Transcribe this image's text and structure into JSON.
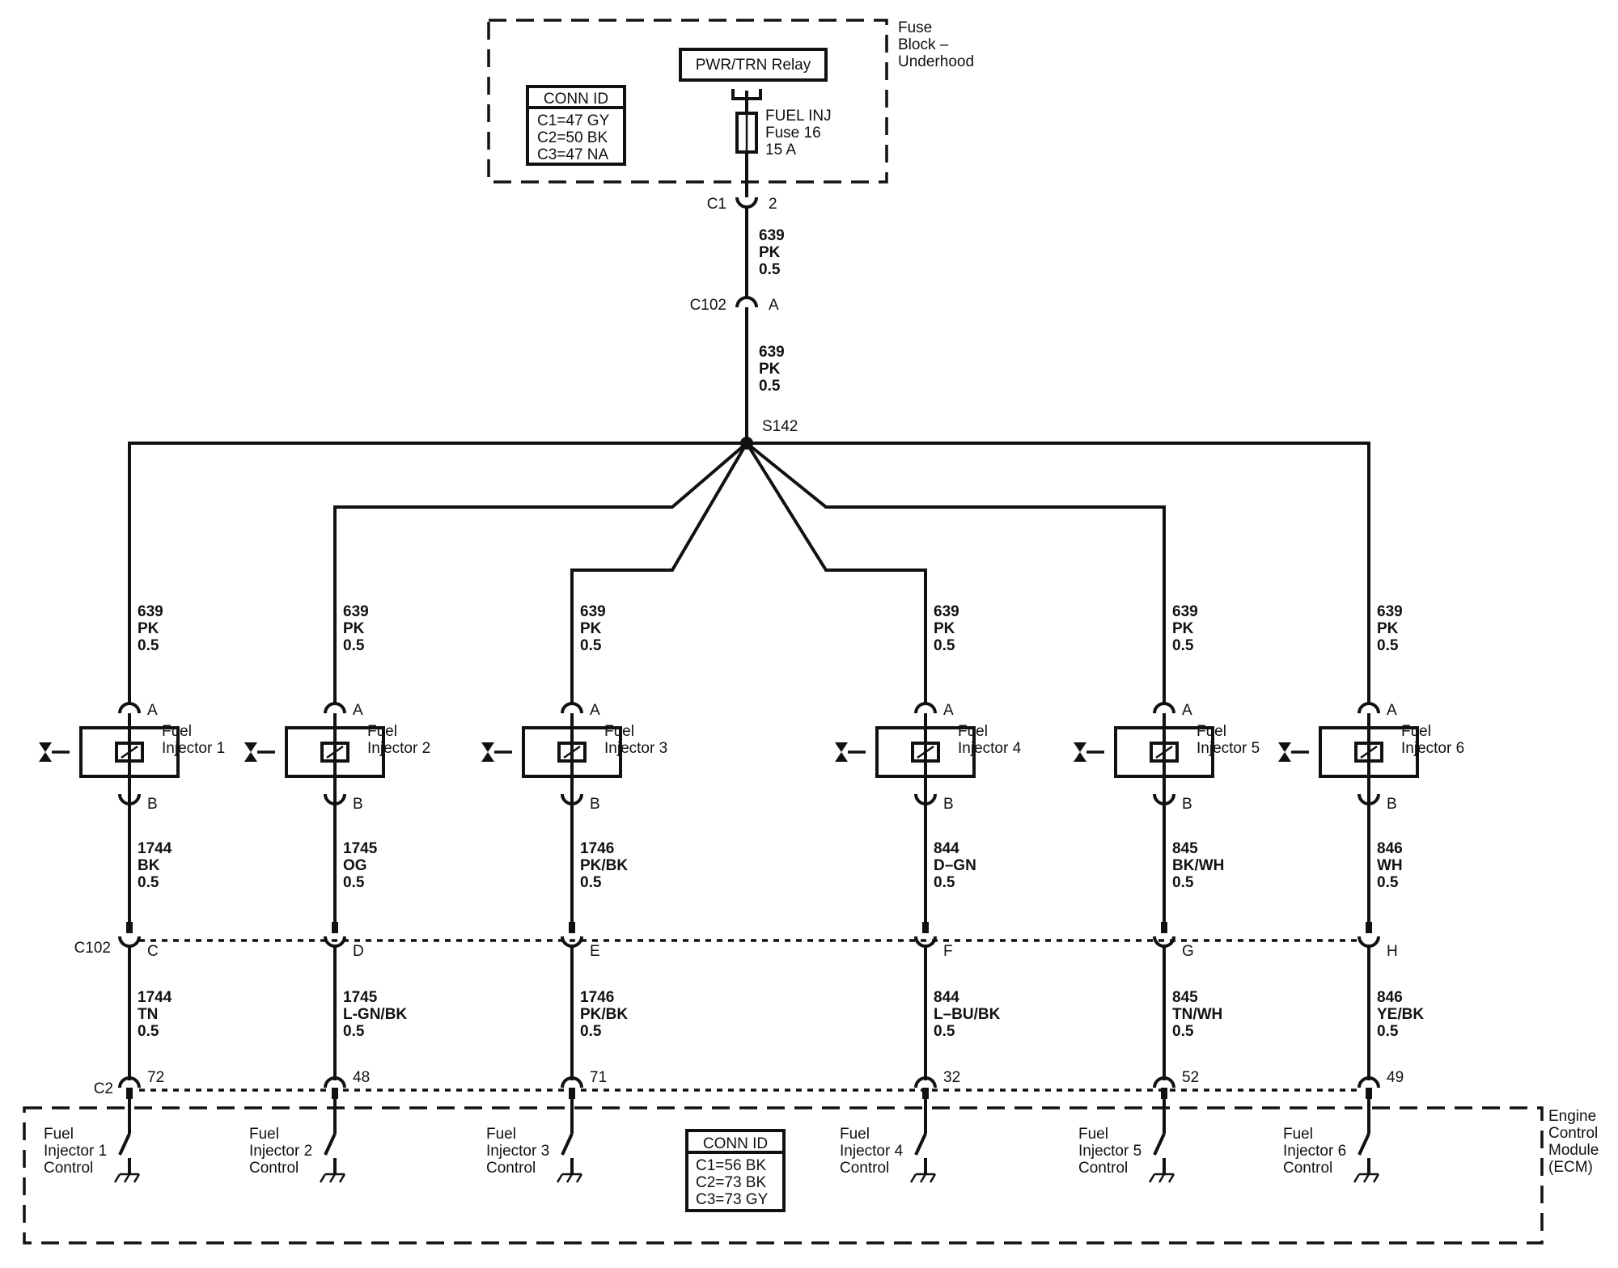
{
  "fuse_block": {
    "title_lines": [
      "Fuse",
      "Block –",
      "Underhood"
    ],
    "relay_label": "PWR/TRN Relay",
    "fuse_lines": [
      "FUEL INJ",
      "Fuse 16",
      "15 A"
    ],
    "conn_id": {
      "header": "CONN ID",
      "lines": [
        "C1=47 GY",
        "C2=50 BK",
        "C3=47 NA"
      ]
    }
  },
  "main_feed": {
    "c1_label": "C1",
    "c1_pin": "2",
    "wire1": [
      "639",
      "PK",
      "0.5"
    ],
    "c102_label": "C102",
    "c102_pin": "A",
    "wire2": [
      "639",
      "PK",
      "0.5"
    ],
    "splice_label": "S142"
  },
  "injectors": [
    {
      "name_lines": [
        "Fuel",
        "Injector 1"
      ],
      "pin_a": "A",
      "pin_b": "B",
      "feed_wire": [
        "639",
        "PK",
        "0.5"
      ],
      "out_wire": [
        "1744",
        "BK",
        "0.5"
      ],
      "c102_pin": "C",
      "ecm_wire": [
        "1744",
        "TN",
        "0.5"
      ],
      "c2_pin": "72",
      "control_lines": [
        "Fuel",
        "Injector 1",
        "Control"
      ]
    },
    {
      "name_lines": [
        "Fuel",
        "Injector 2"
      ],
      "pin_a": "A",
      "pin_b": "B",
      "feed_wire": [
        "639",
        "PK",
        "0.5"
      ],
      "out_wire": [
        "1745",
        "OG",
        "0.5"
      ],
      "c102_pin": "D",
      "ecm_wire": [
        "1745",
        "L-GN/BK",
        "0.5"
      ],
      "c2_pin": "48",
      "control_lines": [
        "Fuel",
        "Injector 2",
        "Control"
      ]
    },
    {
      "name_lines": [
        "Fuel",
        "Injector 3"
      ],
      "pin_a": "A",
      "pin_b": "B",
      "feed_wire": [
        "639",
        "PK",
        "0.5"
      ],
      "out_wire": [
        "1746",
        "PK/BK",
        "0.5"
      ],
      "c102_pin": "E",
      "ecm_wire": [
        "1746",
        "PK/BK",
        "0.5"
      ],
      "c2_pin": "71",
      "control_lines": [
        "Fuel",
        "Injector 3",
        "Control"
      ]
    },
    {
      "name_lines": [
        "Fuel",
        "Injector 4"
      ],
      "pin_a": "A",
      "pin_b": "B",
      "feed_wire": [
        "639",
        "PK",
        "0.5"
      ],
      "out_wire": [
        "844",
        "D–GN",
        "0.5"
      ],
      "c102_pin": "F",
      "ecm_wire": [
        "844",
        "L–BU/BK",
        "0.5"
      ],
      "c2_pin": "32",
      "control_lines": [
        "Fuel",
        "Injector 4",
        "Control"
      ]
    },
    {
      "name_lines": [
        "Fuel",
        "Injector 5"
      ],
      "pin_a": "A",
      "pin_b": "B",
      "feed_wire": [
        "639",
        "PK",
        "0.5"
      ],
      "out_wire": [
        "845",
        "BK/WH",
        "0.5"
      ],
      "c102_pin": "G",
      "ecm_wire": [
        "845",
        "TN/WH",
        "0.5"
      ],
      "c2_pin": "52",
      "control_lines": [
        "Fuel",
        "Injector 5",
        "Control"
      ]
    },
    {
      "name_lines": [
        "Fuel",
        "Injector 6"
      ],
      "pin_a": "A",
      "pin_b": "B",
      "feed_wire": [
        "639",
        "PK",
        "0.5"
      ],
      "out_wire": [
        "846",
        "WH",
        "0.5"
      ],
      "c102_pin": "H",
      "ecm_wire": [
        "846",
        "YE/BK",
        "0.5"
      ],
      "c2_pin": "49",
      "control_lines": [
        "Fuel",
        "Injector 6",
        "Control"
      ]
    }
  ],
  "c102_bottom_label": "C102",
  "c2_label": "C2",
  "ecm": {
    "title_lines": [
      "Engine",
      "Control",
      "Module",
      "(ECM)"
    ],
    "conn_id": {
      "header": "CONN ID",
      "lines": [
        "C1=56 BK",
        "C2=73 BK",
        "C3=73 GY"
      ]
    }
  }
}
